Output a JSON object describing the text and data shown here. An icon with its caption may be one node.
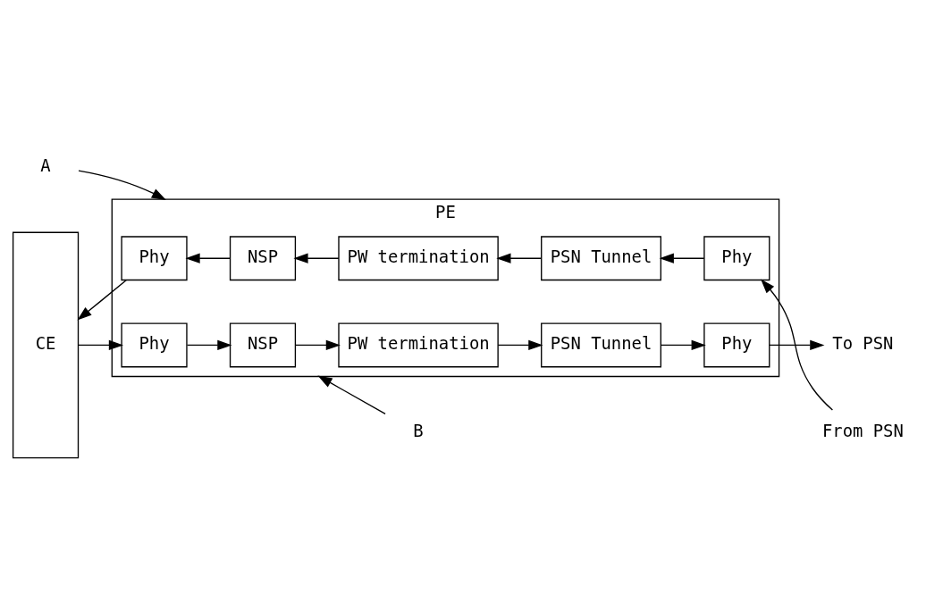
{
  "diagram": {
    "nodes": [
      {
        "text": [
          "PE"
        ]
      },
      {
        "text": [
          "CE"
        ]
      },
      {
        "text": [
          "Phy"
        ],
        "in": 0
      },
      {
        "text": [
          "NSP"
        ],
        "in": 0
      },
      {
        "text": [
          "PW termination"
        ],
        "in": 0
      },
      {
        "text": [
          "PSN Tunnel"
        ],
        "in": 0
      },
      {
        "text": [
          "Phy"
        ],
        "in": 0
      },
      {
        "text": [
          "Phy"
        ],
        "in": 0
      },
      {
        "text": [
          "NSP"
        ],
        "in": 0
      },
      {
        "text": [
          "PW termination"
        ],
        "in": 0
      },
      {
        "text": [
          "PSN Tunnel"
        ],
        "in": 0
      },
      {
        "text": [
          "Phy"
        ],
        "in": 0
      },
      {
        "text": [
          "From PSN"
        ]
      },
      {
        "text": [
          "To PSN"
        ]
      },
      {
        "text": [
          "A"
        ]
      },
      {
        "text": [
          "B"
        ]
      }
    ],
    "edges": [
      {
        "from": 12,
        "to": 6,
        "arrow": "to"
      },
      {
        "from": 6,
        "to": 5,
        "arrow": "to"
      },
      {
        "from": 5,
        "to": 4,
        "arrow": "to"
      },
      {
        "from": 4,
        "to": 3,
        "arrow": "to"
      },
      {
        "from": 3,
        "to": 2,
        "arrow": "to"
      },
      {
        "from": 2,
        "to": 1,
        "arrow": "to"
      },
      {
        "from": 1,
        "to": 7,
        "arrow": "to"
      },
      {
        "from": 7,
        "to": 8,
        "arrow": "to"
      },
      {
        "from": 8,
        "to": 9,
        "arrow": "to"
      },
      {
        "from": 9,
        "to": 10,
        "arrow": "to"
      },
      {
        "from": 10,
        "to": 11,
        "arrow": "to"
      },
      {
        "from": 11,
        "to": 13,
        "arrow": "to"
      },
      {
        "from": 14,
        "to": 0,
        "arrow": "to"
      },
      {
        "from": 15,
        "to": 0,
        "arrow": "to"
      }
    ]
  }
}
